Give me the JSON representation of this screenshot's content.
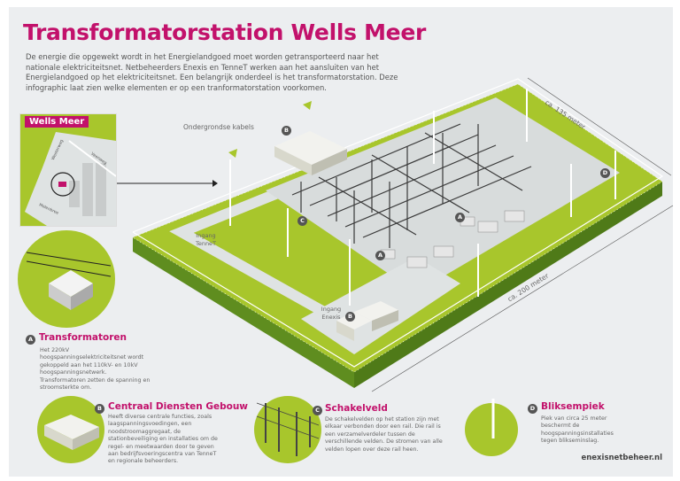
{
  "title": "Transformatorstation Wells Meer",
  "intro": "De energie die opgewekt wordt in het Energielandgoed moet worden getransporteerd naar het nationale elektriciteitsnet. Netbeheerders Enexis en TenneT werken aan het aansluiten van het Energielandgoed op het elektriciteitsnet. Een belangrijk onderdeel is het transformatorstation. Deze infographic laat zien welke elementen er op een tranformatorstation voorkomen.",
  "map": {
    "title": "Wells Meer",
    "streets": [
      "Westerweg",
      "Veenweg",
      "Molenbree"
    ]
  },
  "diagram_labels": {
    "cables": "Ondergrondse kabels",
    "entrance_tennet": "Ingang TenneT",
    "entrance_enexis": "Ingang Enexis",
    "width": "ca. 135 meter",
    "length": "ca. 200 meter"
  },
  "sections": [
    {
      "badge": "A",
      "title": "Transformatoren",
      "text": "Het 220kV hoogspanningselektriciteitsnet wordt gekoppeld aan het 110kV- en 10kV hoogspanningsnetwerk. Transformatoren zetten de spanning en stroomsterkte om."
    },
    {
      "badge": "B",
      "title": "Centraal Diensten Gebouw",
      "text": "Heeft diverse centrale functies, zoals laagspanningsvoedingen, een noodstroomaggregaat, de stationbeveiliging en installaties om de regel- en meetwaarden door te geven aan bedrijfsvoeringscentra van TenneT en regionale beheerders."
    },
    {
      "badge": "C",
      "title": "Schakelveld",
      "text": "De schakelvelden op het station zijn met elkaar verbonden door een rail. Die rail is een verzamelverdeler tussen de verschillende velden. De stromen van alle velden lopen over deze rail heen."
    },
    {
      "badge": "D",
      "title": "Bliksempiek",
      "text": "Piek van circa 25 meter beschermt de hoogspanningsinstallaties tegen blikseminslag."
    }
  ],
  "footer": "enexisnetbeheer.nl",
  "colors": {
    "accent": "#c2116b",
    "grass": "#a8c62c",
    "grass_side": "#5f8d1f",
    "road": "#dfe3e3",
    "background": "#eceef0"
  }
}
